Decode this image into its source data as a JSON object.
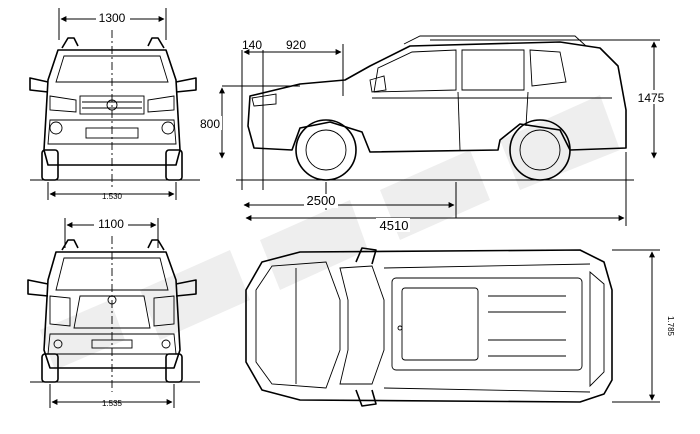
{
  "dimensions": {
    "front_track_width": "1300",
    "front_track": "1.530",
    "rear_track_width": "1100",
    "rear_track": "1.535",
    "front_overhang_140": "140",
    "front_overhang_920": "920",
    "height_800": "800",
    "height_total": "1475",
    "wheelbase": "2500",
    "length": "4510",
    "width": "1.785"
  },
  "colors": {
    "line": "#000000",
    "watermark": "#cfcfcf",
    "background": "#ffffff"
  }
}
